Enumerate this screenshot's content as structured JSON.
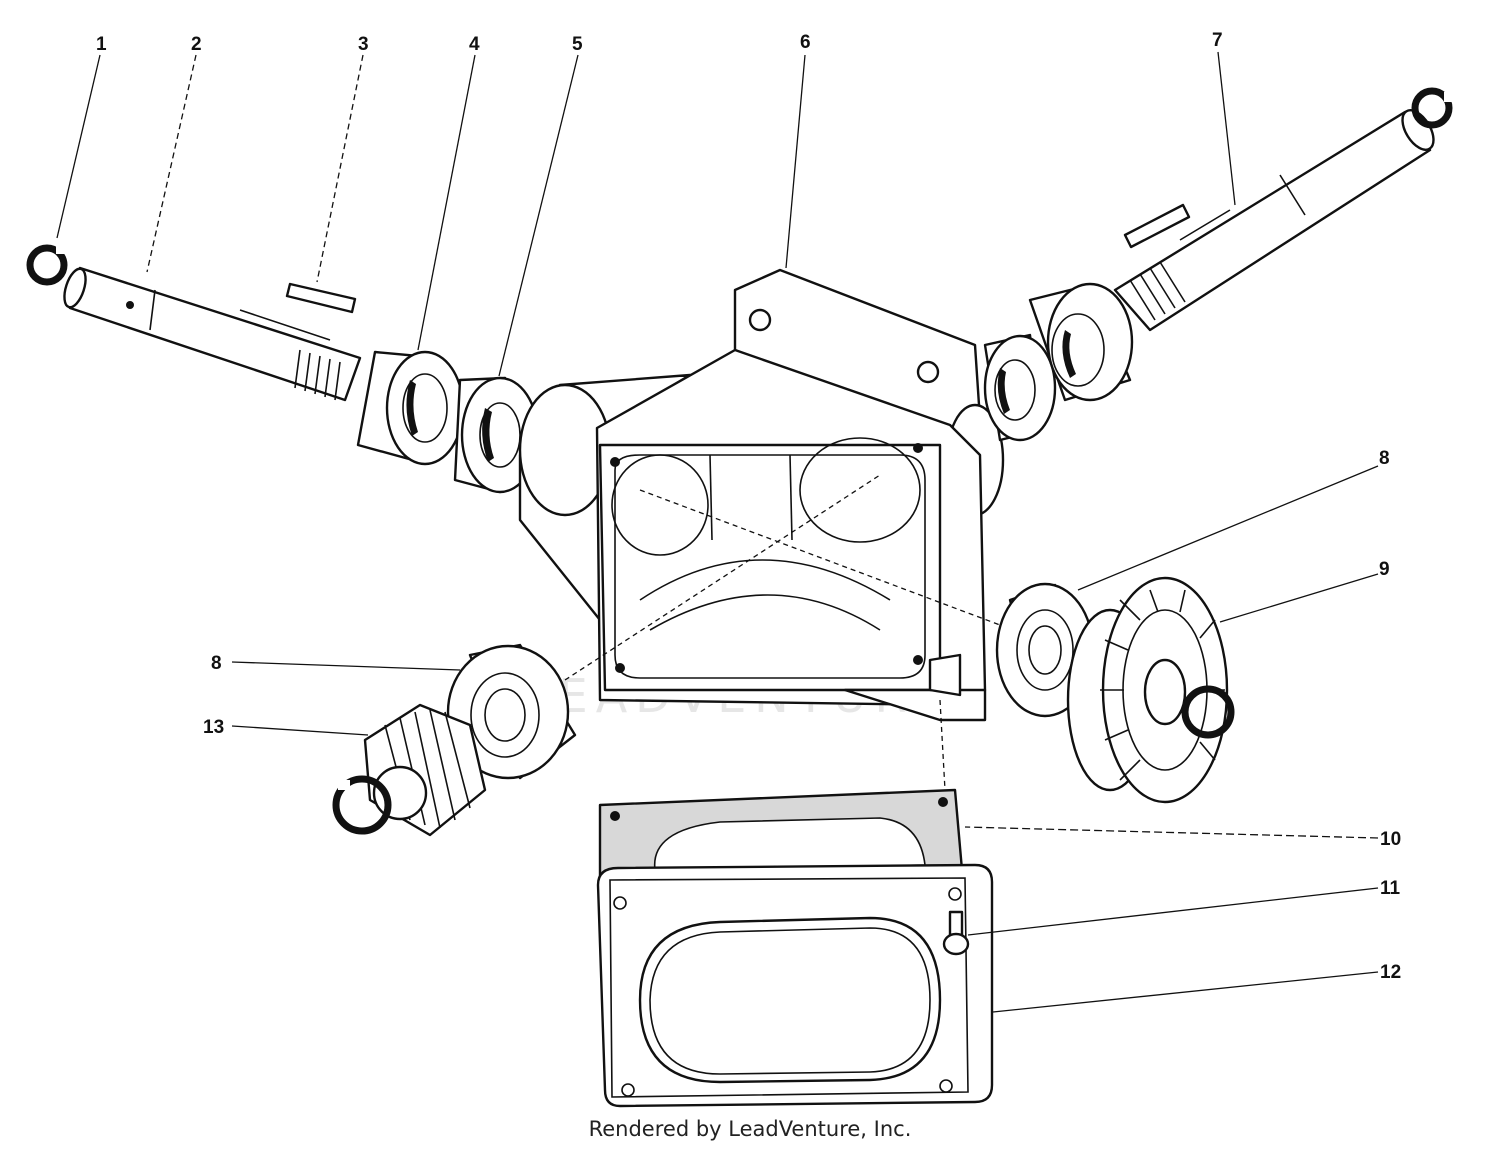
{
  "callouts": {
    "c1": "1",
    "c2": "2",
    "c3": "3",
    "c4": "4",
    "c5": "5",
    "c6": "6",
    "c7": "7",
    "c8a": "8",
    "c9": "9",
    "c8b": "8",
    "c13": "13",
    "c10": "10",
    "c11": "11",
    "c12": "12"
  },
  "watermark": "LEADVENTURE",
  "footer": "Rendered by LeadVenture, Inc."
}
